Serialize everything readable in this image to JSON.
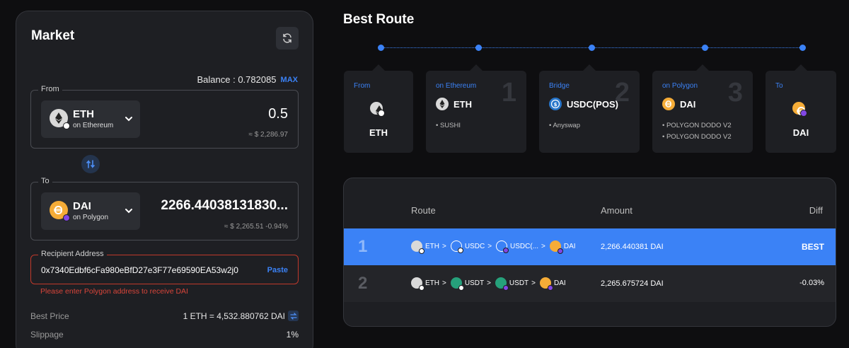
{
  "market": {
    "title": "Market",
    "balance_label": "Balance : 0.782085",
    "max_label": "MAX",
    "from": {
      "legend": "From",
      "token": "ETH",
      "chain": "on Ethereum",
      "amount": "0.5",
      "usd": "≈ $ 2,286.97"
    },
    "to": {
      "legend": "To",
      "token": "DAI",
      "chain": "on Polygon",
      "amount": "2266.44038131830...",
      "usd": "≈ $ 2,265.51 -0.94%"
    },
    "recipient": {
      "legend": "Recipient Address",
      "value": "0x7340Edbf6cFa980eBfD27e3F77e69590EA53w2j0",
      "paste_label": "Paste",
      "error": "Please enter Polygon address to receive DAI"
    },
    "best_price": {
      "label": "Best Price",
      "value": "1 ETH = 4,532.880762 DAI"
    },
    "slippage": {
      "label": "Slippage",
      "value": "1%"
    }
  },
  "best_route": {
    "title": "Best Route",
    "steps": [
      {
        "label": "From",
        "token": "ETH"
      },
      {
        "label": "on Ethereum",
        "num": "1",
        "token": "ETH",
        "dexes": [
          "SUSHI"
        ]
      },
      {
        "label": "Bridge",
        "num": "2",
        "token": "USDC(POS)",
        "dexes": [
          "Anyswap"
        ]
      },
      {
        "label": "on Polygon",
        "num": "3",
        "token": "DAI",
        "dexes": [
          "POLYGON DODO V2",
          "POLYGON DODO V2"
        ]
      },
      {
        "label": "To",
        "token": "DAI"
      }
    ]
  },
  "routes_table": {
    "headers": {
      "route": "Route",
      "amount": "Amount",
      "diff": "Diff"
    },
    "rows": [
      {
        "num": "1",
        "path": [
          "ETH",
          "USDC",
          "USDC(...",
          "DAI"
        ],
        "amount": "2,266.440381 DAI",
        "diff": "BEST"
      },
      {
        "num": "2",
        "path": [
          "ETH",
          "USDT",
          "USDT",
          "DAI"
        ],
        "amount": "2,265.675724 DAI",
        "diff": "-0.03%"
      }
    ]
  },
  "colors": {
    "accent": "#3b82f6",
    "error": "#d9453a",
    "panel": "#1e1f23",
    "background": "#0e0e10"
  }
}
